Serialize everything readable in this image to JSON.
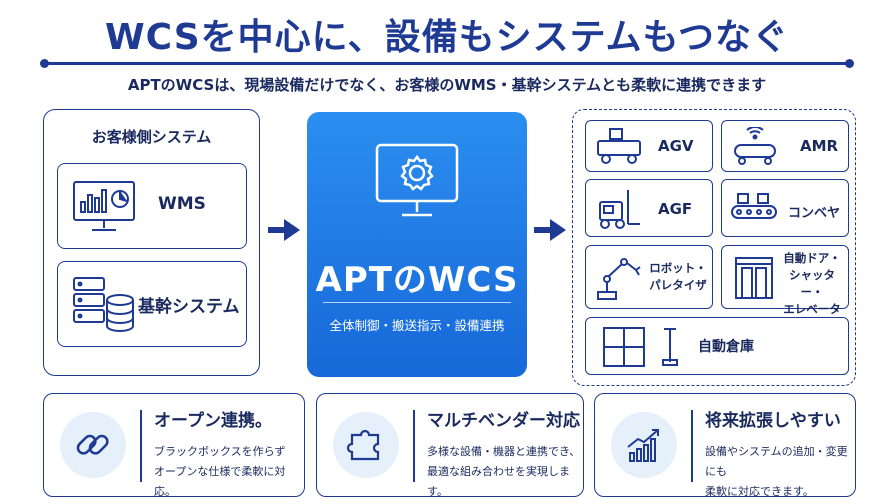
{
  "header": {
    "title": "WCSを中心に、設備もシステムもつなぐ",
    "subtitle": "APTのWCSは、現場設備だけでなく、お客様のWMS・基幹システムとも柔軟に連携できます"
  },
  "customer": {
    "title": "お客様側システム",
    "systems": [
      {
        "label": "WMS",
        "icon": "dashboard-monitor-icon"
      },
      {
        "label": "基幹システム",
        "icon": "server-database-icon"
      }
    ]
  },
  "wcs": {
    "name": "APTのWCS",
    "functions": "全体制御・搬送指示・設備連携",
    "icon": "gear-monitor-icon"
  },
  "equipment": {
    "agv": "AGV",
    "amr": "AMR",
    "agf": "AGF",
    "conveyor": "コンベヤ",
    "robot_line1": "ロボット・",
    "robot_line2": "パレタイザ",
    "door_line1": "自動ドア・",
    "door_line2": "シャッター・",
    "door_line3": "エレベーター",
    "warehouse": "自動倉庫"
  },
  "features": [
    {
      "title": "オープン連携。",
      "line1": "ブラックボックスを作らず",
      "line2": "オープンな仕様で柔軟に対応。",
      "icon": "link-icon"
    },
    {
      "title": "マルチベンダー対応",
      "line1": "多様な設備・機器と連携でき、",
      "line2": "最適な組み合わせを実現します。",
      "icon": "puzzle-icon"
    },
    {
      "title": "将来拡張しやすい",
      "line1": "設備やシステムの追加・変更にも",
      "line2": "柔軟に対応できます。",
      "icon": "growth-chart-icon"
    }
  ],
  "colors": {
    "navy": "#1f3a93",
    "blue": "#1768d8",
    "light_blue": "#e6f0fb"
  }
}
